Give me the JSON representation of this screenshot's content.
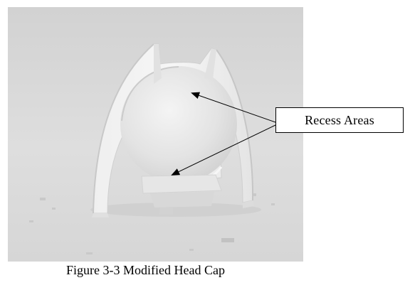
{
  "figure": {
    "caption": "Figure 3-3 Modified Head Cap",
    "callout_label": "Recess Areas",
    "background_color": "#d9d9d9",
    "object_color": "#ececec",
    "callout_target_count": 2
  }
}
